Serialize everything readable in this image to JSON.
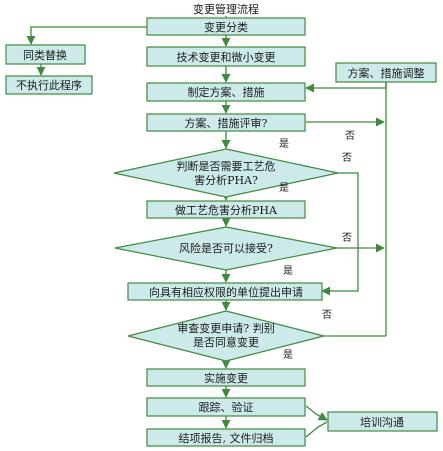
{
  "title": "变更管理流程",
  "nodes": {
    "change_category": "变更分类",
    "same_kind_replacement": "同类替换",
    "skip_procedure": "不执行此程序",
    "tech_change": "技术变更和微小变更",
    "plan_measures": "制定方案、措施",
    "plan_adjust": "方案、措施调整",
    "plan_review_q": "方案、措施评审?",
    "pha_needed_q_line1": "判断是否需要工艺危",
    "pha_needed_q_line2": "害分析PHA?",
    "do_pha": "做工艺危害分析PHA",
    "risk_accept_q": "风险是否可以接受?",
    "apply_authority": "向具有相应权限的单位提出申请",
    "review_apply_q_line1": "审查变更申请? 判别",
    "review_apply_q_line2": "是否同意变更",
    "implement": "实施变更",
    "track_verify": "跟踪、验证",
    "training": "培训沟通",
    "report_archive": "结项报告, 文件归档"
  },
  "edge_labels": {
    "yes": "是",
    "no": "否"
  },
  "colors": {
    "box_fill": "#cdeaea",
    "stroke": "#3f8a3f",
    "text": "#1a1a1a"
  }
}
